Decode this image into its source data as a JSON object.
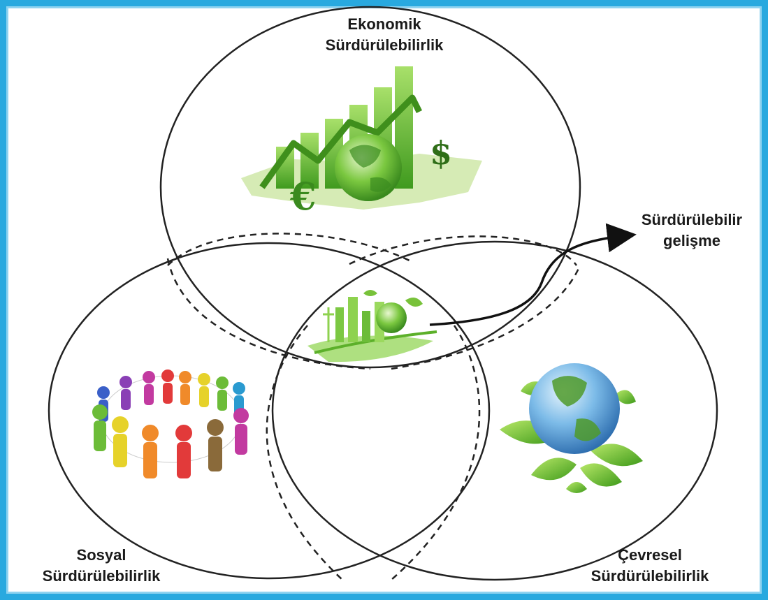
{
  "economic": {
    "line1": "Ekonomik",
    "line2": "Sürdürülebilirlik",
    "icon": "economy-globe-chart-icon"
  },
  "social": {
    "line1": "Sosyal",
    "line2": "Sürdürülebilirlik",
    "icon": "people-circle-icon"
  },
  "environmental": {
    "line1": "Çevresel",
    "line2": "Sürdürülebilirlik",
    "icon": "globe-leaves-icon"
  },
  "center": {
    "line1": "Sürdürülebilir",
    "line2": "gelişme",
    "icon": "green-city-icon"
  },
  "colors": {
    "frame": "#29a9df",
    "economy_green": "#6cc23a",
    "globe_blue": "#5aa9e0",
    "leaf_green": "#78c23a"
  }
}
